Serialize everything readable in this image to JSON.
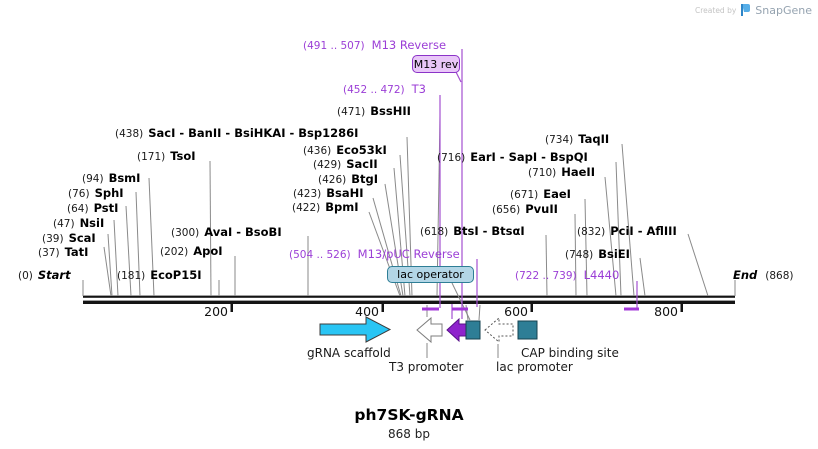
{
  "credit": {
    "prefix": "Created by",
    "brand": "SnapGene"
  },
  "map": {
    "title": "ph7SK-gRNA",
    "length": "868 bp",
    "start": {
      "pos": "(0)",
      "label": "Start"
    },
    "end": {
      "label": "End",
      "pos": "(868)"
    },
    "ruler_ticks": [
      "200",
      "400",
      "600",
      "800"
    ]
  },
  "sites": [
    {
      "pos": "(438)",
      "name": "SacI - BanII - BsiHKAI - Bsp1286I"
    },
    {
      "pos": "(171)",
      "name": "TsoI"
    },
    {
      "pos": "(436)",
      "name": "Eco53kI"
    },
    {
      "pos": "(429)",
      "name": "SacII"
    },
    {
      "pos": "(426)",
      "name": "BtgI"
    },
    {
      "pos": "(423)",
      "name": "BsaHI"
    },
    {
      "pos": "(422)",
      "name": "BpmI"
    },
    {
      "pos": "(94)",
      "name": "BsmI"
    },
    {
      "pos": "(76)",
      "name": "SphI"
    },
    {
      "pos": "(64)",
      "name": "PstI"
    },
    {
      "pos": "(47)",
      "name": "NsiI"
    },
    {
      "pos": "(39)",
      "name": "ScaI"
    },
    {
      "pos": "(37)",
      "name": "TatI"
    },
    {
      "pos": "(181)",
      "name": "EcoP15I"
    },
    {
      "pos": "(202)",
      "name": "ApoI"
    },
    {
      "pos": "(300)",
      "name": "AvaI - BsoBI"
    },
    {
      "pos": "(471)",
      "name": "BssHII"
    },
    {
      "pos": "(734)",
      "name": "TaqII"
    },
    {
      "pos": "(716)",
      "name": "EarI - SapI - BspQI"
    },
    {
      "pos": "(710)",
      "name": "HaeII"
    },
    {
      "pos": "(671)",
      "name": "EaeI"
    },
    {
      "pos": "(656)",
      "name": "PvuII"
    },
    {
      "pos": "(618)",
      "name": "BtsI - BtsαI"
    },
    {
      "pos": "(832)",
      "name": "PciI - AflIII"
    },
    {
      "pos": "(748)",
      "name": "BsiEI"
    }
  ],
  "primers": {
    "m13_reverse": {
      "range": "(491 .. 507)",
      "name": "M13 Reverse"
    },
    "m13_rev_box": "M13 rev",
    "t3": {
      "range": "(452 .. 472)",
      "name": "T3"
    },
    "m13_puc_reverse": {
      "range": "(504 .. 526)",
      "name": "M13/pUC Reverse"
    },
    "l4440": {
      "range": "(722 .. 739)",
      "name": "L4440"
    }
  },
  "features": {
    "grna_scaffold": "gRNA scaffold",
    "t3_promoter": "T3 promoter",
    "lac_operator": "lac operator",
    "lac_promoter": "lac promoter",
    "cap_binding_site": "CAP binding site"
  },
  "colors": {
    "primer_text": "#9b3ed6",
    "primer_arrow_fill": "#8e23cc",
    "primer_box_fill": "#e9c7f8",
    "feature_teal": "#2e7e96",
    "feature_cyan": "#29c5f4",
    "lac_box_fill": "#b3d6e6",
    "leader_gray": "#8a8a8a"
  }
}
